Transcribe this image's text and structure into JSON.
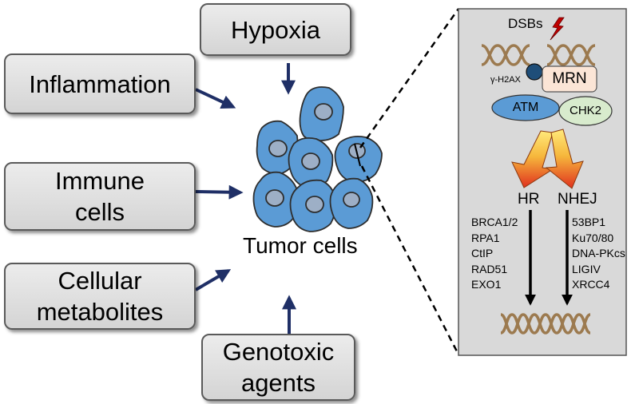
{
  "factors": {
    "hypoxia": {
      "lines": [
        "Hypoxia"
      ]
    },
    "inflammation": {
      "lines": [
        "Inflammation"
      ]
    },
    "immune": {
      "lines": [
        "Immune",
        "cells"
      ]
    },
    "metabolites": {
      "lines": [
        "Cellular",
        "metabolites"
      ]
    },
    "genotoxic": {
      "lines": [
        "Genotoxic",
        "agents"
      ]
    }
  },
  "center": {
    "label": "Tumor cells"
  },
  "panel": {
    "dsbs": "DSBs",
    "h2ax": "γ-H2AX",
    "mrn": "MRN",
    "atm": "ATM",
    "chk2": "CHK2",
    "hr": "HR",
    "nhej": "NHEJ",
    "hr_factors": [
      "BRCA1/2",
      "RPA1",
      "CtIP",
      "RAD51",
      "EXO1"
    ],
    "nhej_factors": [
      "53BP1",
      "Ku70/80",
      "DNA-PKcs",
      "LIGIV",
      "XRCC4"
    ]
  },
  "colors": {
    "arrow": "#1f2f66",
    "cell_fill": "#5b9bd5",
    "nucleus_fill": "#9dafc6",
    "panel_bg": "#d9d9d9",
    "dna": "#9c7a4f",
    "mrn_fill": "#fbe5d6",
    "atm_fill": "#5b9bd5",
    "chk2_fill": "#d8ebcd",
    "h2ax_dot": "#1f4e79",
    "lightning": "#c00000"
  }
}
